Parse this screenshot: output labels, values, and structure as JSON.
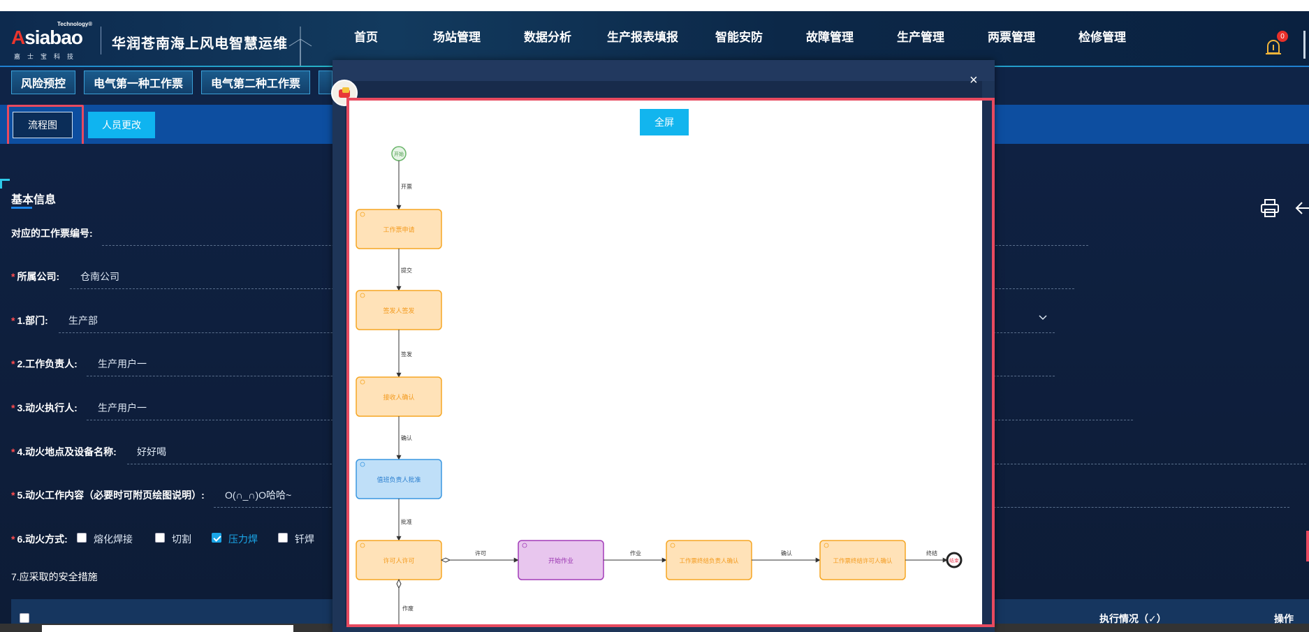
{
  "brand": {
    "tech": "Technology®",
    "logo": "Asiabao",
    "logo_sub": "嘉士宝科技",
    "app_title": "华润苍南海上风电智慧运维"
  },
  "nav": [
    {
      "label": "首页",
      "active": false
    },
    {
      "label": "场站管理",
      "active": false
    },
    {
      "label": "数据分析",
      "active": false
    },
    {
      "label": "生产报表填报",
      "active": false
    },
    {
      "label": "智能安防",
      "active": false
    },
    {
      "label": "故障管理",
      "active": false
    },
    {
      "label": "生产管理",
      "active": false
    },
    {
      "label": "两票管理",
      "active": true
    },
    {
      "label": "检修管理",
      "active": false
    }
  ],
  "alarm_count": "0",
  "subtabs": [
    "风险预控",
    "电气第一种工作票",
    "电气第二种工作票"
  ],
  "actions": {
    "flow": "流程图",
    "person": "人员更改"
  },
  "form": {
    "section_title": "基本信息",
    "fields": [
      {
        "label": "对应的工作票编号:",
        "value": "",
        "required": false
      },
      {
        "label": "所属公司:",
        "value": "仓南公司",
        "required": true
      },
      {
        "label": "1.部门:",
        "value": "生产部",
        "required": true
      },
      {
        "label": "2.工作负责人:",
        "value": "生产用户一",
        "required": true
      },
      {
        "label": "3.动火执行人:",
        "value": "生产用户一",
        "required": true
      },
      {
        "label": "4.动火地点及设备名称:",
        "value": "好好喝",
        "required": true
      },
      {
        "label": "5.动火工作内容（必要时可附页绘图说明）:",
        "value": "O(∩_∩)O哈哈~",
        "required": true
      }
    ],
    "method_label": "6.动火方式:",
    "methods": [
      {
        "label": "熔化焊接",
        "checked": false
      },
      {
        "label": "切割",
        "checked": false
      },
      {
        "label": "压力焊",
        "checked": true
      },
      {
        "label": "钎焊",
        "checked": false
      }
    ],
    "safety_title": "7.应采取的安全措施",
    "table_headers": {
      "exec": "执行情况（✓）",
      "op": "操作"
    }
  },
  "modal": {
    "fullscreen": "全屏",
    "close": "×"
  },
  "flow": {
    "start": "开始",
    "end": "结束",
    "nodes": [
      {
        "id": "n1",
        "label": "工作票申请"
      },
      {
        "id": "n2",
        "label": "签发人签发"
      },
      {
        "id": "n3",
        "label": "接收人确认"
      },
      {
        "id": "n4",
        "label": "值班负责人批准"
      },
      {
        "id": "n5",
        "label": "许可人许可"
      },
      {
        "id": "n6",
        "label": "开始作业"
      },
      {
        "id": "n7",
        "label": "工作票终结负责人确认"
      },
      {
        "id": "n8",
        "label": "工作票终结许可人确认"
      }
    ],
    "edges": {
      "e0": "开票",
      "e1": "提交",
      "e2": "签发",
      "e3": "确认",
      "e4": "批准",
      "e5": "许可",
      "e6": "作业",
      "e7": "确认",
      "e8": "终结",
      "e9": "作废"
    }
  }
}
